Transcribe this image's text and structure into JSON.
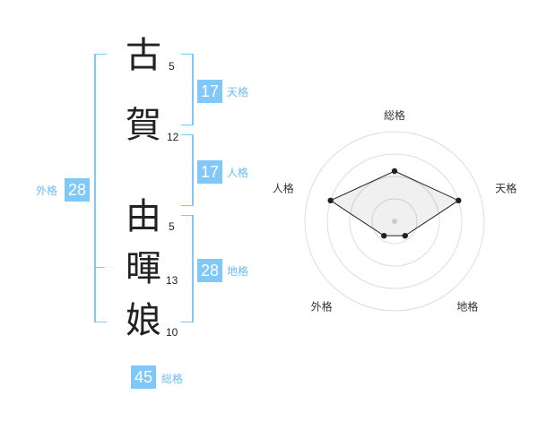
{
  "surname": [
    {
      "char": "古",
      "strokes": "5"
    },
    {
      "char": "賀",
      "strokes": "12"
    }
  ],
  "given": [
    {
      "char": "由",
      "strokes": "5"
    },
    {
      "char": "暉",
      "strokes": "13"
    },
    {
      "char": "娘",
      "strokes": "10"
    }
  ],
  "scores": {
    "tenkaku": {
      "value": "17",
      "label": "天格"
    },
    "jinkaku": {
      "value": "17",
      "label": "人格"
    },
    "chikaku": {
      "value": "28",
      "label": "地格"
    },
    "gaikaku": {
      "value": "28",
      "label": "外格"
    },
    "soukaku": {
      "value": "45",
      "label": "総格"
    }
  },
  "colors": {
    "accent": "#7fc8f8",
    "label": "#6cbcf2",
    "text": "#222222"
  },
  "chart_data": {
    "type": "radar",
    "axes": [
      "総格",
      "天格",
      "地格",
      "外格",
      "人格"
    ],
    "values": [
      0.56,
      0.75,
      0.2,
      0.2,
      0.75
    ],
    "rings": 4
  }
}
